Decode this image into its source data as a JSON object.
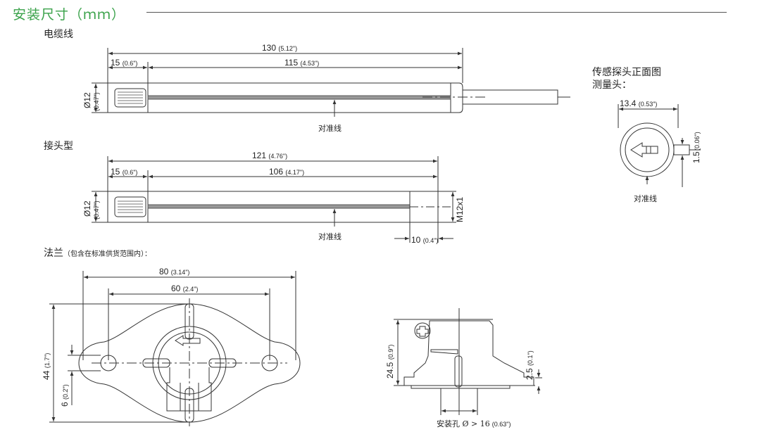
{
  "heading": "安装尺寸（ｍｍ）",
  "colors": {
    "heading": "#3aa24a",
    "line": "#333333"
  },
  "cable": {
    "label": "电缆线",
    "dim_total": "130",
    "dim_total_in": "(5.12\")",
    "dim_left": "15",
    "dim_left_in": "(0.6\")",
    "dim_main": "115",
    "dim_main_in": "(4.53\")",
    "dia": "Ø12",
    "dia_in": "(0.47\")",
    "align": "对准线"
  },
  "connector": {
    "label": "接头型",
    "dim_total": "121",
    "dim_total_in": "(4.76\")",
    "dim_left": "15",
    "dim_left_in": "(0.6\")",
    "dim_main": "106",
    "dim_main_in": "(4.17\")",
    "dia": "Ø12",
    "dia_in": "(0.47\")",
    "thread": "M12x1",
    "dim_end": "10",
    "dim_end_in": "(0.4\")",
    "align": "对准线"
  },
  "front": {
    "title": "传感探头正面图",
    "subtitle": "测量头：",
    "dim_width": "13.4",
    "dim_width_in": "(0.53\")",
    "dim_gap": "1.5",
    "dim_gap_in": "(0.06\")",
    "align": "对准线"
  },
  "flange": {
    "label": "法兰",
    "note": "（包含在标准供货范围内）：",
    "dim_outer": "80",
    "dim_outer_in": "(3.14\")",
    "dim_holes": "60",
    "dim_holes_in": "(2.4\")",
    "dim_height": "44",
    "dim_height_in": "(1.7\")",
    "dim_slot": "6",
    "dim_slot_in": "(0.2\")"
  },
  "side": {
    "dim_height": "24.5",
    "dim_height_in": "(0.9\")",
    "dim_base": "2.5",
    "dim_base_in": "(0.1\")",
    "hole": "安装孔 Ø > 16",
    "hole_in": "(0.63\")"
  }
}
